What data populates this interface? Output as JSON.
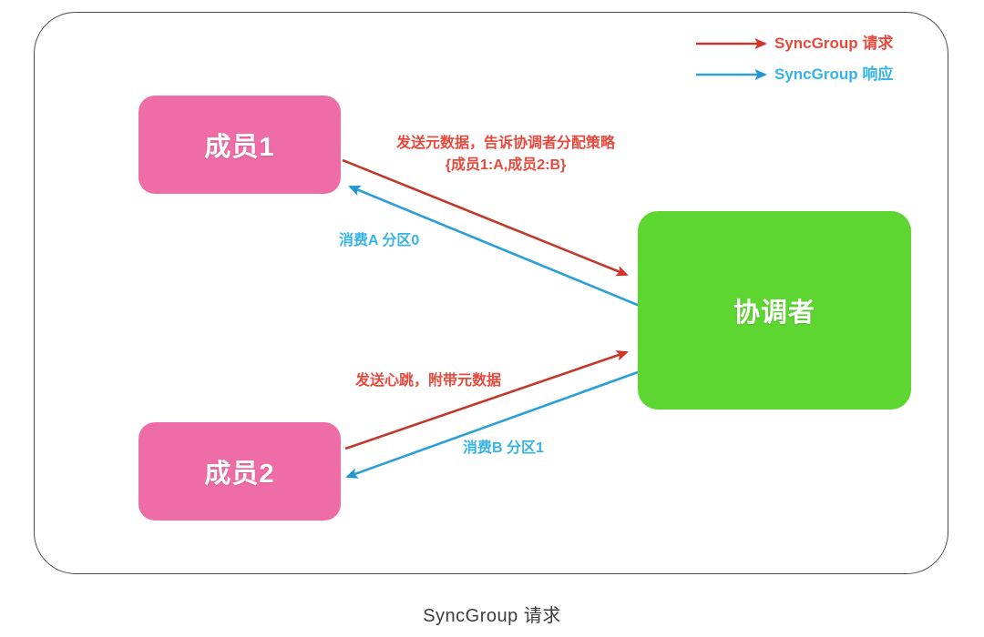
{
  "caption": "SyncGroup 请求",
  "legend": {
    "items": [
      {
        "label": "SyncGroup 请求",
        "color": "#e8493c",
        "icon": "arrow-right-icon"
      },
      {
        "label": "SyncGroup 响应",
        "color": "#35b3e8",
        "icon": "arrow-right-icon"
      }
    ]
  },
  "nodes": {
    "member1": {
      "label": "成员1",
      "color": "#ef6da6"
    },
    "member2": {
      "label": "成员2",
      "color": "#ef6da6"
    },
    "coordinator": {
      "label": "协调者",
      "color": "#5ed631"
    }
  },
  "edges": {
    "metadata_line1": "发送元数据，告诉协调者分配策略",
    "metadata_line2": "{成员1:A,成员2:B}",
    "consume_a": "消费A 分区0",
    "heartbeat": "发送心跳，附带元数据",
    "consume_b": "消费B 分区1"
  },
  "colors": {
    "request_red": "#e8493c",
    "response_blue": "#35b3e8",
    "member_pink": "#ef6da6",
    "coordinator_green": "#5ed631",
    "frame_border": "#4a4a4a",
    "caption_text": "#3d3d3d"
  }
}
